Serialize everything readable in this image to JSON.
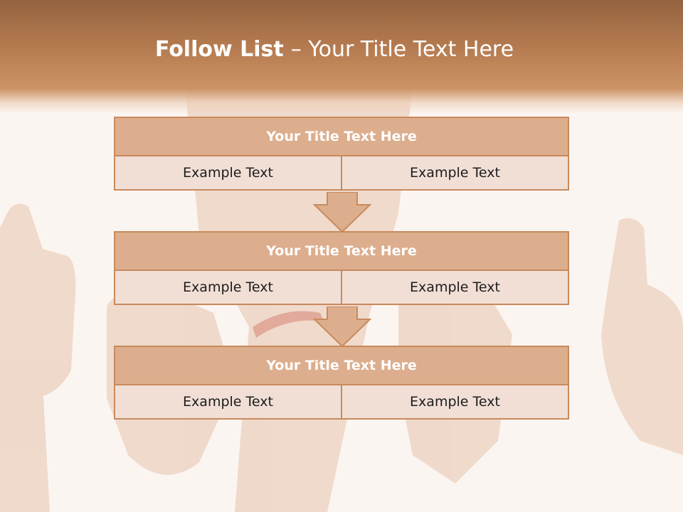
{
  "slide": {
    "title_bold": "Follow List",
    "title_rest": "– Your Title Text Here"
  },
  "blocks": [
    {
      "title": "Your Title Text Here",
      "left": "Example Text",
      "right": "Example Text"
    },
    {
      "title": "Your Title Text Here",
      "left": "Example Text",
      "right": "Example Text"
    },
    {
      "title": "Your Title Text Here",
      "left": "Example Text",
      "right": "Example Text"
    }
  ],
  "colors": {
    "header": "#b47a4f",
    "block_title_fill": "#dcae8d",
    "block_border": "#c98a5c",
    "cell_fill": "#f1dfd6"
  }
}
